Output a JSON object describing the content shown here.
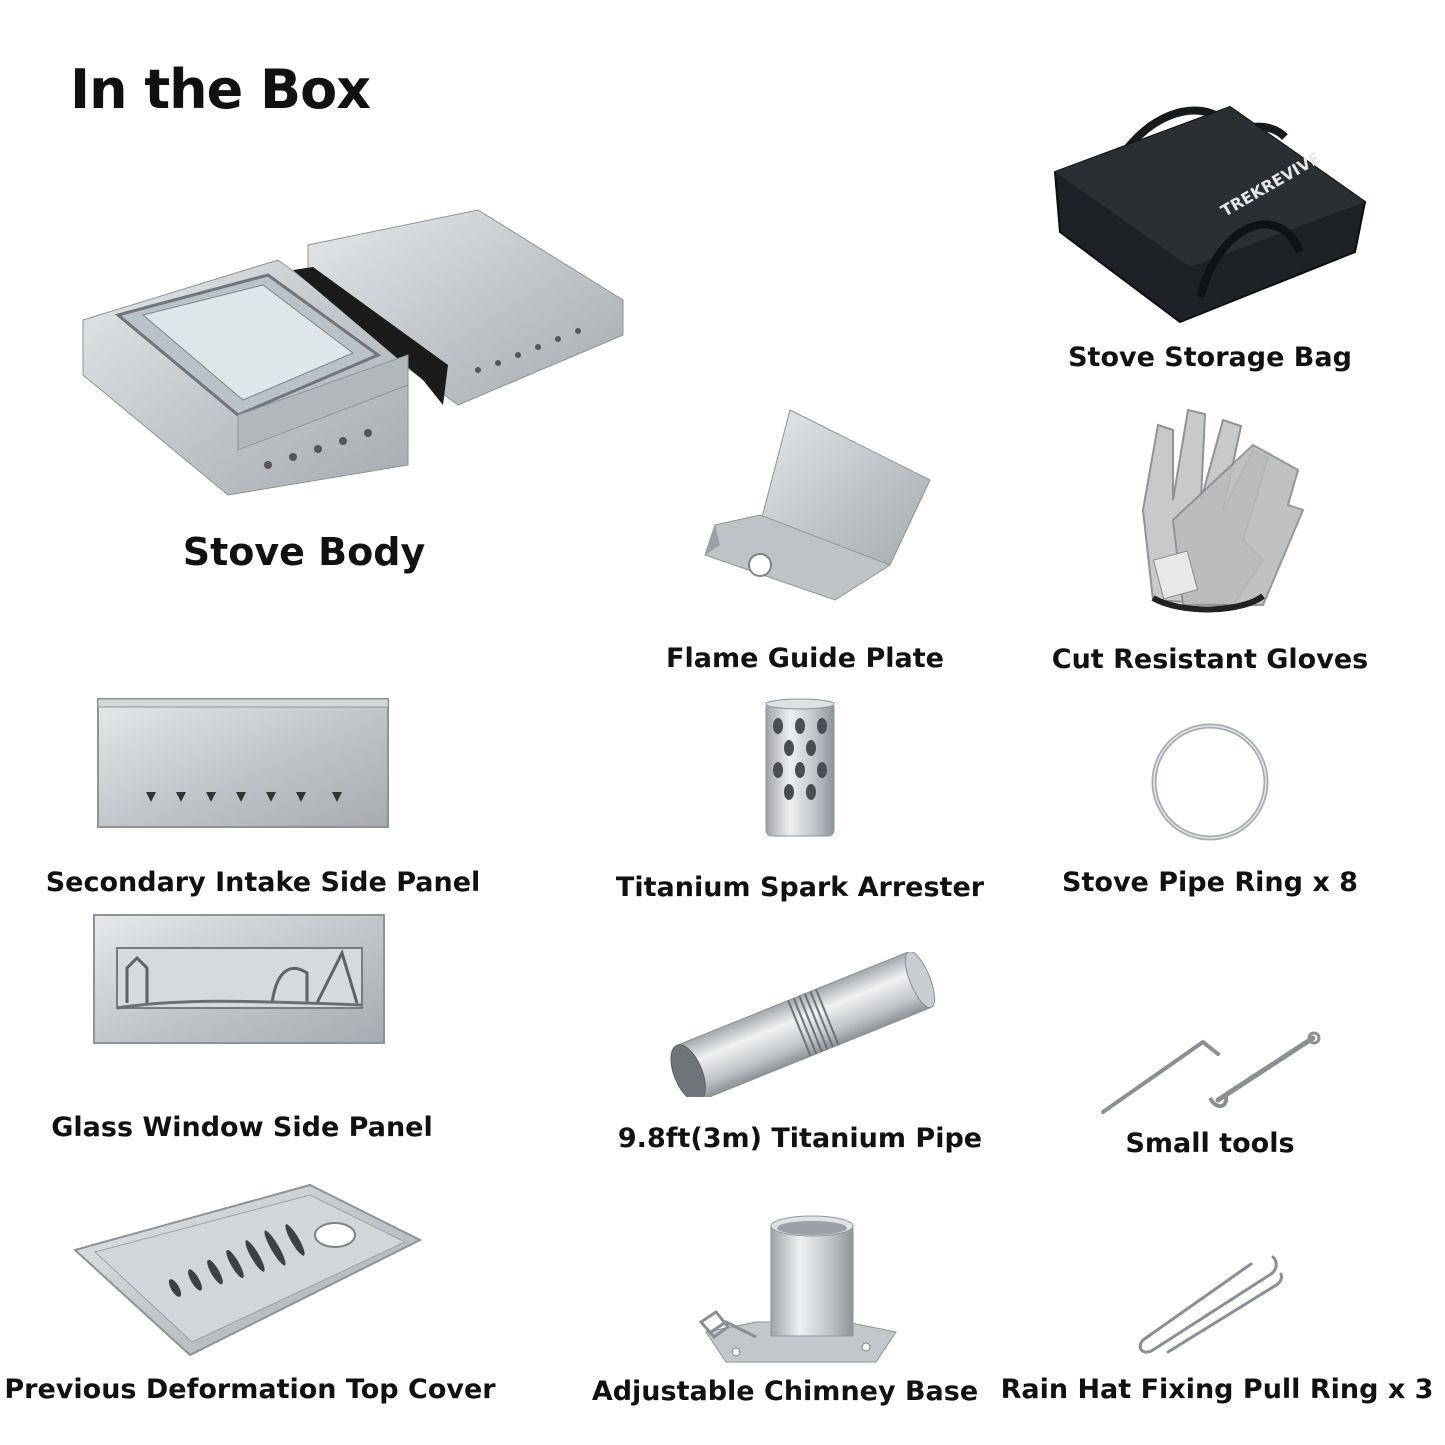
{
  "title": "In the Box",
  "brand": "TREKREVIVE",
  "items": [
    {
      "label": "Stove Body",
      "icon": "stove-body"
    },
    {
      "label": "Stove Storage Bag",
      "icon": "storage-bag"
    },
    {
      "label": "Flame Guide Plate",
      "icon": "flame-guide-plate"
    },
    {
      "label": "Cut Resistant Gloves",
      "icon": "gloves"
    },
    {
      "label": "Secondary Intake Side Panel",
      "icon": "intake-panel"
    },
    {
      "label": "Titanium Spark Arrester",
      "icon": "spark-arrester"
    },
    {
      "label": "Stove Pipe Ring x 8",
      "icon": "pipe-ring"
    },
    {
      "label": "Glass Window Side Panel",
      "icon": "window-panel"
    },
    {
      "label": "9.8ft(3m) Titanium Pipe",
      "icon": "titanium-pipe"
    },
    {
      "label": "Small tools",
      "icon": "small-tools"
    },
    {
      "label": "Previous Deformation Top Cover",
      "icon": "top-cover"
    },
    {
      "label": "Adjustable Chimney Base",
      "icon": "chimney-base"
    },
    {
      "label": "Rain Hat Fixing Pull Ring x 3",
      "icon": "pull-ring"
    }
  ],
  "colors": {
    "metal": "#c9cdd1",
    "metal_dark": "#8e9398",
    "bag": "#1e2226"
  }
}
